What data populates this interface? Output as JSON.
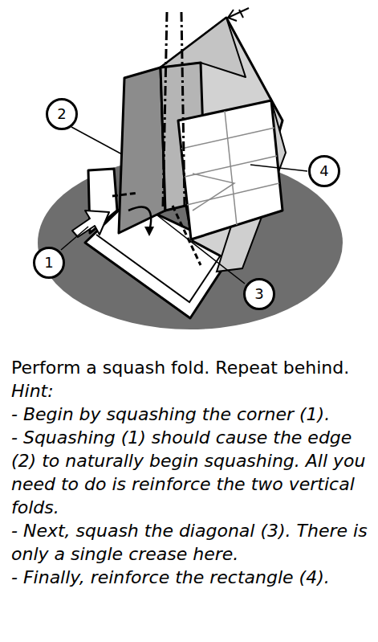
{
  "diagram": {
    "nodes": [
      {
        "text": [
          "2"
        ]
      },
      {
        "text": [
          "4"
        ]
      },
      {
        "text": [
          "1"
        ]
      },
      {
        "text": [
          "3"
        ]
      }
    ],
    "labels": [
      "Perform a squash fold. Repeat behind.",
      "Hint:",
      "- Begin by squashing the corner (1).",
      "- Squashing (1) should cause the edge (2) to naturally begin squashing. All you need to do is reinforce the two vertical folds.",
      "- Next, squash the diagonal (3). There is only a single crease here.",
      "- Finally, reinforce the rectangle (4)."
    ]
  }
}
